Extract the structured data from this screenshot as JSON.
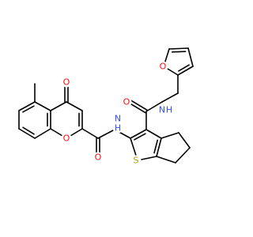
{
  "colors": {
    "bond": "#000000",
    "carbon": "#000000",
    "oxygen": "#ff0d0d",
    "nitrogen": "#3050f8",
    "sulfur": "#b8a000",
    "background": "#ffffff"
  },
  "molecule": {
    "atom_labels": [
      {
        "id": "o-ketone",
        "text": "O",
        "element": "oxygen"
      },
      {
        "id": "o-chromone-ring",
        "text": "O",
        "element": "oxygen"
      },
      {
        "id": "o-amide-1",
        "text": "O",
        "element": "oxygen"
      },
      {
        "id": "nh-amide-1",
        "text": "N",
        "element": "nitrogen"
      },
      {
        "id": "h-amide-1",
        "text": "H",
        "element": "nitrogen"
      },
      {
        "id": "o-amide-2",
        "text": "O",
        "element": "oxygen"
      },
      {
        "id": "nh-amide-2",
        "text": "N",
        "element": "nitrogen"
      },
      {
        "id": "h-amide-2",
        "text": "H",
        "element": "nitrogen"
      },
      {
        "id": "o-furan",
        "text": "O",
        "element": "oxygen"
      },
      {
        "id": "s-thiophene",
        "text": "S",
        "element": "sulfur"
      }
    ]
  }
}
